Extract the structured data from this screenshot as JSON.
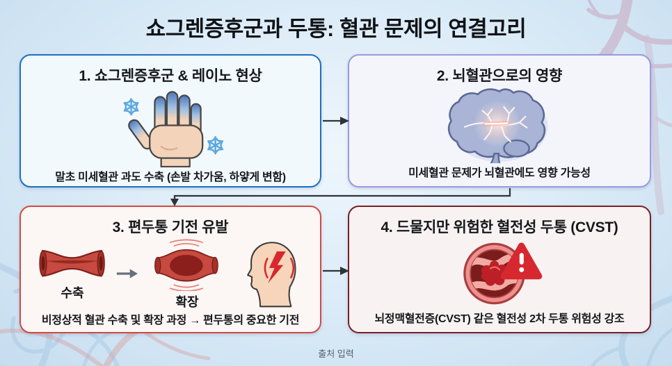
{
  "title": "쇼그렌증후군과 두통: 혈관 문제의 연결고리",
  "footer": {
    "source_placeholder": "출처 입력"
  },
  "boxes": [
    {
      "number_title": "1. 쇼그렌증후군 & 레이노 현상",
      "caption": "말초 미세혈관 과도 수축 (손발 차가움, 하얗게 변함)",
      "icons": [
        "cold-hand-icon",
        "snowflake-icon"
      ],
      "border_color": "#1e6fbe"
    },
    {
      "number_title": "2. 뇌혈관으로의 영향",
      "caption": "미세혈관 문제가 뇌혈관에도 영향 가능성",
      "icons": [
        "brain-vessels-icon"
      ],
      "border_color": "#9a9ade"
    },
    {
      "number_title": "3. 편두통 기전 유발",
      "caption": "비정상적 혈관 수축 및 확장 과정 → 편두통의 중요한 기전",
      "labels": {
        "constriction": "수축",
        "dilation": "확장"
      },
      "icons": [
        "constricted-vessel-icon",
        "transition-arrow-icon",
        "dilated-vessel-icon",
        "migraine-head-icon"
      ],
      "border_color": "#cf4a45"
    },
    {
      "number_title": "4. 드물지만 위험한 혈전성 두통 (CVST)",
      "caption": "뇌정맥혈전증(CVST) 같은 혈전성 2차 두통 위험성 강조",
      "icons": [
        "vessel-thrombus-icon",
        "warning-triangle-icon"
      ],
      "border_color": "#7b2024"
    }
  ],
  "connectors": {
    "flow": [
      "box1-to-box2",
      "box2-to-box3",
      "box3-to-box4"
    ],
    "arrow_color": "#2e3338"
  },
  "colors": {
    "background": "#d9eaf7",
    "title_text": "#0f1216",
    "vessel_red": "#c64a40",
    "vessel_dark_red": "#7d201b",
    "warning_red": "#d7282f",
    "snowflake_blue": "#5fa8de",
    "skin": "#f3d3ba",
    "brain_fill": "#a9b4d6",
    "footer_text": "#56606b"
  }
}
